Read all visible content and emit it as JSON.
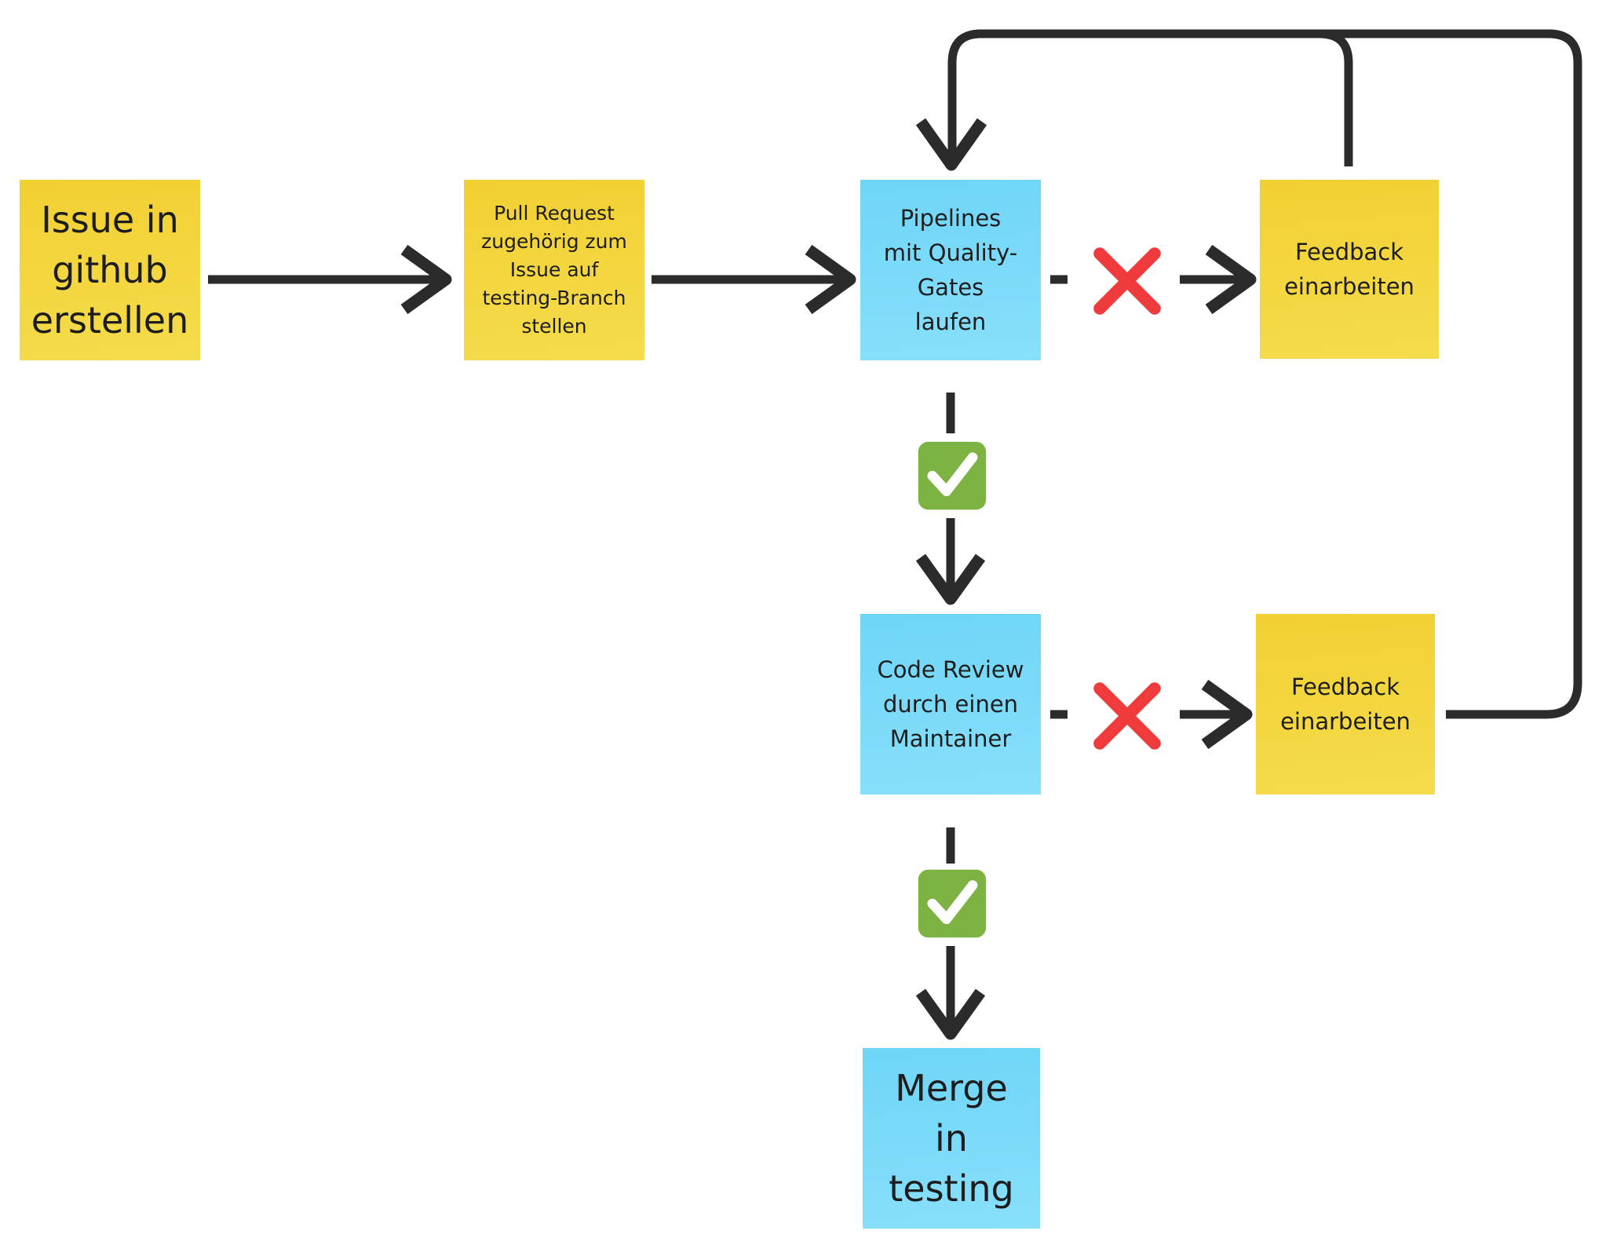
{
  "diagram": {
    "nodes": {
      "issue": {
        "text": "Issue in\ngithub\nerstellen",
        "color": "#f3d23a"
      },
      "pull_request": {
        "text": "Pull Request\nzugehörig zum\nIssue auf\ntesting-Branch\nstellen",
        "color": "#f3d23a"
      },
      "pipelines": {
        "text": "Pipelines\nmit Quality-\nGates\nlaufen",
        "color": "#79d9f8"
      },
      "feedback_top": {
        "text": "Feedback\neinarbeiten",
        "color": "#f3d23a"
      },
      "code_review": {
        "text": "Code Review\ndurch einen\nMaintainer",
        "color": "#79d9f8"
      },
      "feedback_bottom": {
        "text": "Feedback\neinarbeiten",
        "color": "#f3d23a"
      },
      "merge": {
        "text": "Merge\nin\ntesting",
        "color": "#79d9f8"
      }
    },
    "edges": [
      {
        "from": "issue",
        "to": "pull_request"
      },
      {
        "from": "pull_request",
        "to": "pipelines"
      },
      {
        "from": "pipelines",
        "to": "feedback_top",
        "marker": "cross-icon"
      },
      {
        "from": "pipelines",
        "to": "code_review",
        "marker": "check-icon"
      },
      {
        "from": "feedback_top",
        "to": "pipelines"
      },
      {
        "from": "code_review",
        "to": "feedback_bottom",
        "marker": "cross-icon"
      },
      {
        "from": "code_review",
        "to": "merge",
        "marker": "check-icon"
      },
      {
        "from": "feedback_bottom",
        "to": "pipelines"
      }
    ],
    "colors": {
      "arrow": "#2b2b2b",
      "cross": "#ef3b3b",
      "check_box": "#7cb342",
      "check_mark": "#ffffff"
    }
  }
}
